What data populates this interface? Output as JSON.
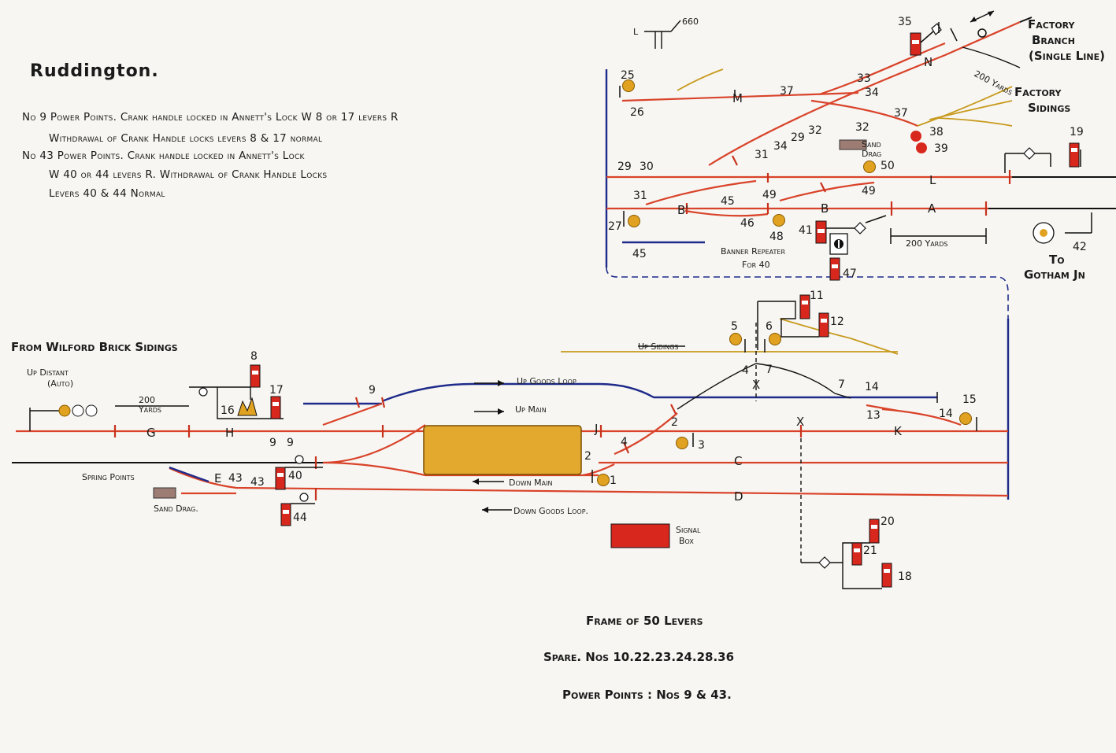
{
  "title": "Ruddington.",
  "notes": [
    "No 9 Power Points. Crank handle locked in Annett's Lock W 8 or 17 levers R",
    "Withdrawal of Crank Handle locks levers 8 & 17 normal",
    "No 43 Power Points. Crank handle locked in Annett's Lock",
    "W 40 or 44 levers R. Withdrawal of Crank Handle Locks",
    "Levers 40 & 44 Normal"
  ],
  "footer": {
    "frame": "Frame of 50 Levers",
    "spare": "Spare. Nos 10.22.23.24.28.36",
    "power_points": "Power Points : Nos 9 & 43."
  },
  "labels": {
    "from_wilford": "From Wilford Brick Sidings",
    "up_distant": "Up Distant",
    "auto": "(Auto)",
    "yards_200_left": "200",
    "yards_word": "Yards",
    "yards_200_top": "200 Yards",
    "yards_200_branch": "200 Yards",
    "spring_points": "Spring Points",
    "sand_drag": "Sand Drag.",
    "sand_drag_top": "Sand",
    "sand_drag_top2": "Drag",
    "up_goods_loop": "Up Goods Loop",
    "up_main": "Up Main",
    "down_main": "Down Main",
    "down_goods_loop": "Down Goods Loop.",
    "up_sidings": "Up Sidings",
    "signal_box_1": "Signal",
    "signal_box_2": "Box",
    "factory_branch_1": "Factory",
    "factory_branch_2": "Branch",
    "factory_branch_3": "(Single Line)",
    "factory_sidings_1": "Factory",
    "factory_sidings_2": "Sidings",
    "banner_1": "Banner Repeater",
    "banner_2": "For 40",
    "to_gotham_1": "To",
    "to_gotham_2": "Gotham Jn",
    "cross_660": "660",
    "cross_l": "L"
  },
  "track_circuits": {
    "G": "G",
    "H": "H",
    "J": "J",
    "C": "C",
    "D": "D",
    "E": "E",
    "K": "K",
    "M": "M",
    "N": "N",
    "L": "L",
    "B1": "B'",
    "B": "B",
    "A": "A",
    "X1": "X",
    "X2": "X"
  },
  "levers": {
    "l1": "1",
    "l2a": "2",
    "l2b": "2",
    "l3": "3",
    "l4a": "4",
    "l4b": "4",
    "l5": "5",
    "l6": "6",
    "l7a": "7",
    "l7b": "7",
    "l8": "8",
    "l9a": "9",
    "l9b": "9",
    "l9c": "9",
    "l11": "11",
    "l12": "12",
    "l13": "13",
    "l14a": "14",
    "l14b": "14",
    "l15": "15",
    "l16": "16",
    "l17": "17",
    "l18": "18",
    "l19": "19",
    "l20": "20",
    "l21": "21",
    "l25": "25",
    "l26": "26",
    "l27": "27",
    "l29a": "29",
    "l29b": "29",
    "l30": "30",
    "l31a": "31",
    "l31b": "31",
    "l32a": "32",
    "l32b": "32",
    "l33": "33",
    "l34a": "34",
    "l34b": "34",
    "l35": "35",
    "l37a": "37",
    "l37b": "37",
    "l38": "38",
    "l39": "39",
    "l40": "40",
    "l41": "41",
    "l42": "42",
    "l43a": "43",
    "l43b": "43",
    "l44": "44",
    "l45a": "45",
    "l45b": "45",
    "l46": "46",
    "l47": "47",
    "l48": "48",
    "l49a": "49",
    "l49b": "49",
    "l50": "50"
  },
  "colors": {
    "track": "#d9432a",
    "signal_red": "#d8281e",
    "platform": "#e3a92e",
    "goods_loop": "#1f2b8a",
    "sidings": "#c89a1e",
    "disc": "#e0a220"
  }
}
